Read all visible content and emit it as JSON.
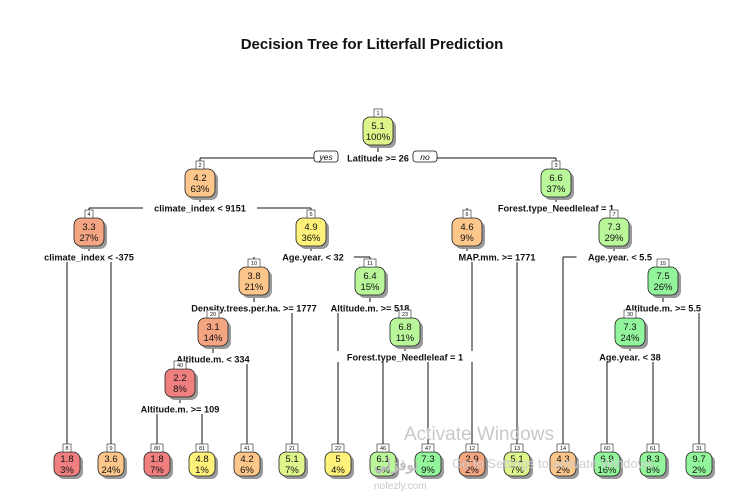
{
  "title": "Decision Tree for Litterfall Prediction",
  "colors": {
    "red": "#f08080",
    "orange_red": "#f4a582",
    "orange": "#fdc68a",
    "yellow": "#fff27a",
    "yellow_green": "#ddf58a",
    "light_green": "#b9f79a",
    "green": "#93f59b"
  },
  "branch_labels": {
    "yes": "yes",
    "no": "no"
  },
  "nodes": [
    {
      "id": "n1",
      "num": "1",
      "value": "5.1",
      "pct": "100%",
      "color": "yellow_green"
    },
    {
      "id": "n2",
      "num": "2",
      "value": "4.2",
      "pct": "63%",
      "color": "orange"
    },
    {
      "id": "n3",
      "num": "3",
      "value": "6.6",
      "pct": "37%",
      "color": "light_green"
    },
    {
      "id": "n4",
      "num": "4",
      "value": "3.3",
      "pct": "27%",
      "color": "orange_red"
    },
    {
      "id": "n5",
      "num": "5",
      "value": "4.9",
      "pct": "36%",
      "color": "yellow"
    },
    {
      "id": "n6",
      "num": "6",
      "value": "4.6",
      "pct": "9%",
      "color": "orange"
    },
    {
      "id": "n7",
      "num": "7",
      "value": "7.3",
      "pct": "29%",
      "color": "light_green"
    },
    {
      "id": "n10",
      "num": "10",
      "value": "3.8",
      "pct": "21%",
      "color": "orange"
    },
    {
      "id": "n11",
      "num": "11",
      "value": "6.4",
      "pct": "15%",
      "color": "light_green"
    },
    {
      "id": "n15",
      "num": "15",
      "value": "7.5",
      "pct": "26%",
      "color": "green"
    },
    {
      "id": "n20",
      "num": "20",
      "value": "3.1",
      "pct": "14%",
      "color": "orange_red"
    },
    {
      "id": "n23",
      "num": "23",
      "value": "6.8",
      "pct": "11%",
      "color": "light_green"
    },
    {
      "id": "n30",
      "num": "30",
      "value": "7.3",
      "pct": "24%",
      "color": "green"
    },
    {
      "id": "n40",
      "num": "40",
      "value": "2.2",
      "pct": "8%",
      "color": "red"
    }
  ],
  "splits": [
    {
      "id": "s1",
      "label": "Latitude >= 26"
    },
    {
      "id": "s2",
      "label": "climate_index < 9151"
    },
    {
      "id": "s3",
      "label": "Forest.type_Needleleaf = 1"
    },
    {
      "id": "s4",
      "label": "climate_index < -375"
    },
    {
      "id": "s5",
      "label": "Age.year. < 32"
    },
    {
      "id": "s6",
      "label": "MAP.mm. >= 1771"
    },
    {
      "id": "s7",
      "label": "Age.year. < 5.5"
    },
    {
      "id": "s10",
      "label": "Density.trees.per.ha. >= 1777"
    },
    {
      "id": "s11",
      "label": "Altitude.m. >= 518"
    },
    {
      "id": "s15",
      "label": "Altitude.m. >= 5.5"
    },
    {
      "id": "s20",
      "label": "Altitude.m. < 334"
    },
    {
      "id": "s23",
      "label": "Forest.type_Needleleaf = 1"
    },
    {
      "id": "s30",
      "label": "Age.year. < 38"
    },
    {
      "id": "s40",
      "label": "Altitude.m. >= 109"
    }
  ],
  "leaves": [
    {
      "id": "l8",
      "num": "8",
      "value": "1.8",
      "pct": "3%",
      "color": "red"
    },
    {
      "id": "l9",
      "num": "9",
      "value": "3.6",
      "pct": "24%",
      "color": "orange"
    },
    {
      "id": "l80",
      "num": "80",
      "value": "1.8",
      "pct": "7%",
      "color": "red"
    },
    {
      "id": "l81",
      "num": "81",
      "value": "4.8",
      "pct": "1%",
      "color": "yellow"
    },
    {
      "id": "l41",
      "num": "41",
      "value": "4.2",
      "pct": "6%",
      "color": "orange"
    },
    {
      "id": "l21",
      "num": "21",
      "value": "5.1",
      "pct": "7%",
      "color": "yellow_green"
    },
    {
      "id": "l22",
      "num": "22",
      "value": "5",
      "pct": "4%",
      "color": "yellow"
    },
    {
      "id": "l46",
      "num": "46",
      "value": "6.1",
      "pct": "5%",
      "color": "light_green"
    },
    {
      "id": "l47",
      "num": "47",
      "value": "7.3",
      "pct": "9%",
      "color": "green"
    },
    {
      "id": "l12",
      "num": "12",
      "value": "2.9",
      "pct": "2%",
      "color": "orange_red"
    },
    {
      "id": "l13",
      "num": "13",
      "value": "5.1",
      "pct": "7%",
      "color": "yellow_green"
    },
    {
      "id": "l14",
      "num": "14",
      "value": "4.3",
      "pct": "2%",
      "color": "orange"
    },
    {
      "id": "l60",
      "num": "60",
      "value": "6.9",
      "pct": "16%",
      "color": "green"
    },
    {
      "id": "l61",
      "num": "61",
      "value": "8.3",
      "pct": "8%",
      "color": "green"
    },
    {
      "id": "l31",
      "num": "31",
      "value": "9.7",
      "pct": "2%",
      "color": "green"
    }
  ],
  "watermarks": {
    "line1": "Activate Windows",
    "line2": "Go to Settings to activate Windows.",
    "logo": "نوفزلي",
    "site": "nofezly.com"
  }
}
